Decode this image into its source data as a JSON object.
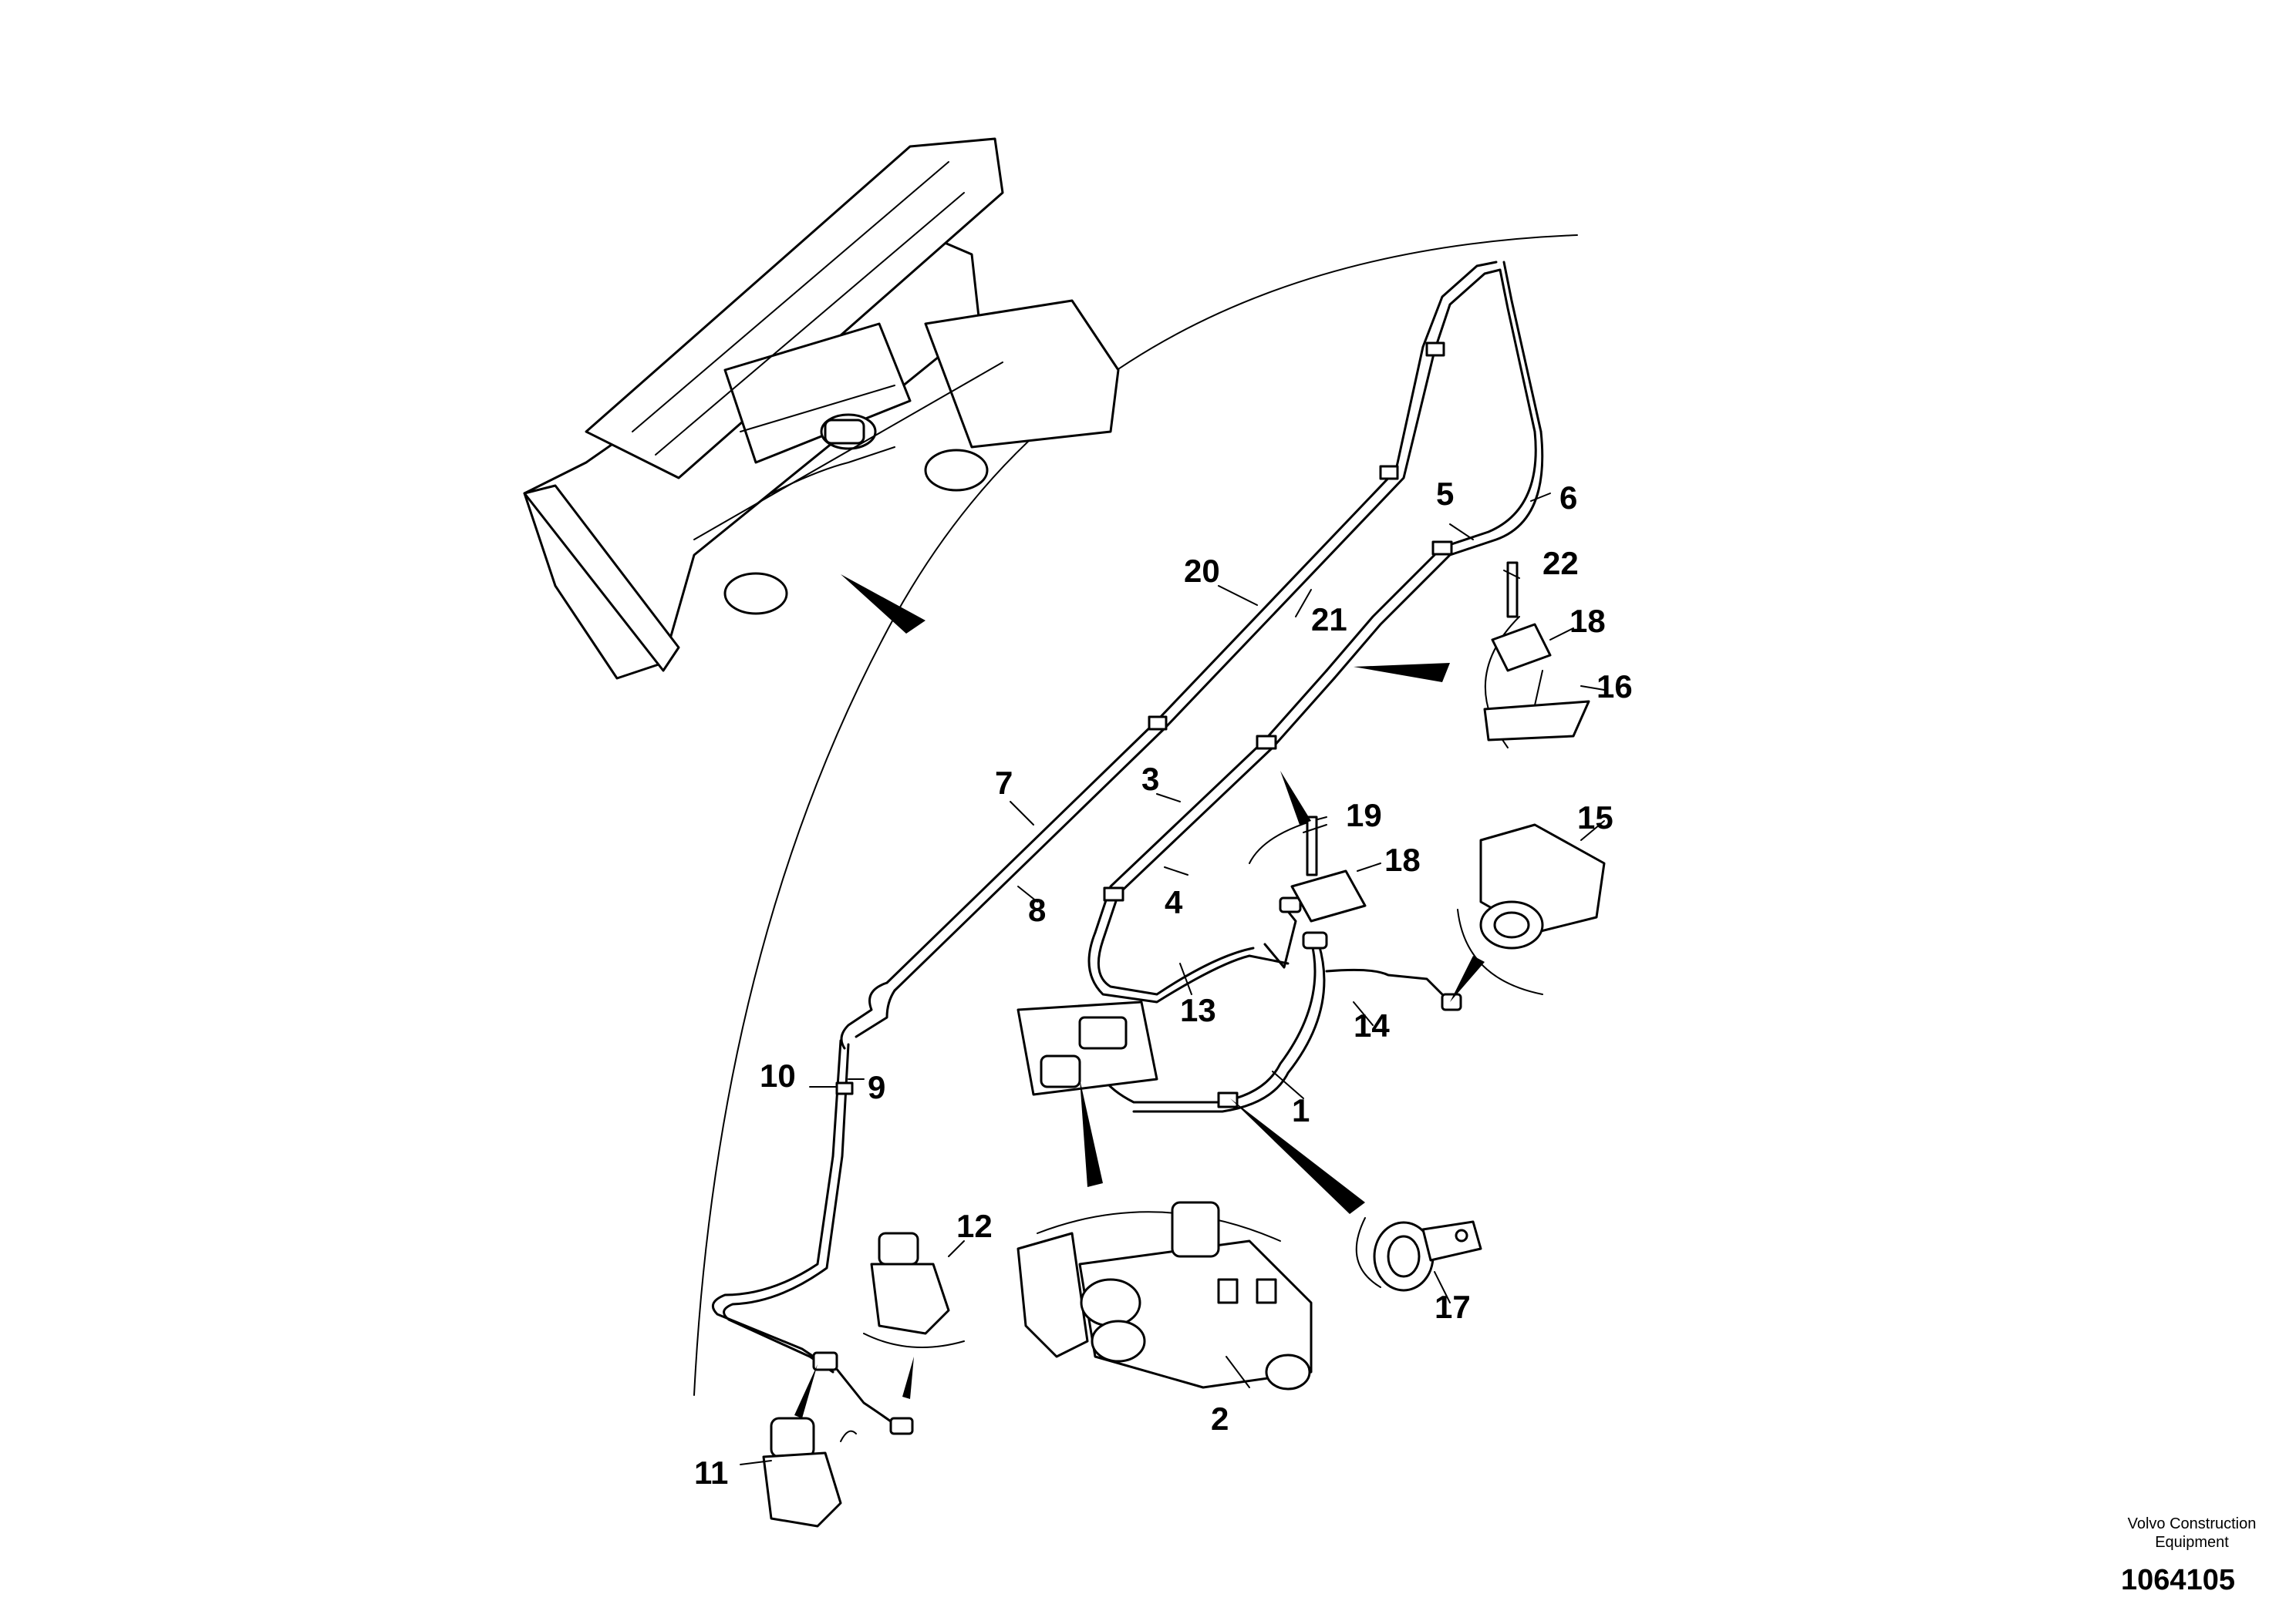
{
  "labels": {
    "p1": "1",
    "p2": "2",
    "p3": "3",
    "p4": "4",
    "p5": "5",
    "p6": "6",
    "p7": "7",
    "p8": "8",
    "p9": "9",
    "p10": "10",
    "p11": "11",
    "p12": "12",
    "p13": "13",
    "p14": "14",
    "p15": "15",
    "p16": "16",
    "p17": "17",
    "p18a": "18",
    "p18b": "18",
    "p19": "19",
    "p20": "20",
    "p21": "21",
    "p22": "22"
  },
  "footer": {
    "credit_line1": "Volvo Construction",
    "credit_line2": "Equipment",
    "doc_number": "1064105"
  }
}
